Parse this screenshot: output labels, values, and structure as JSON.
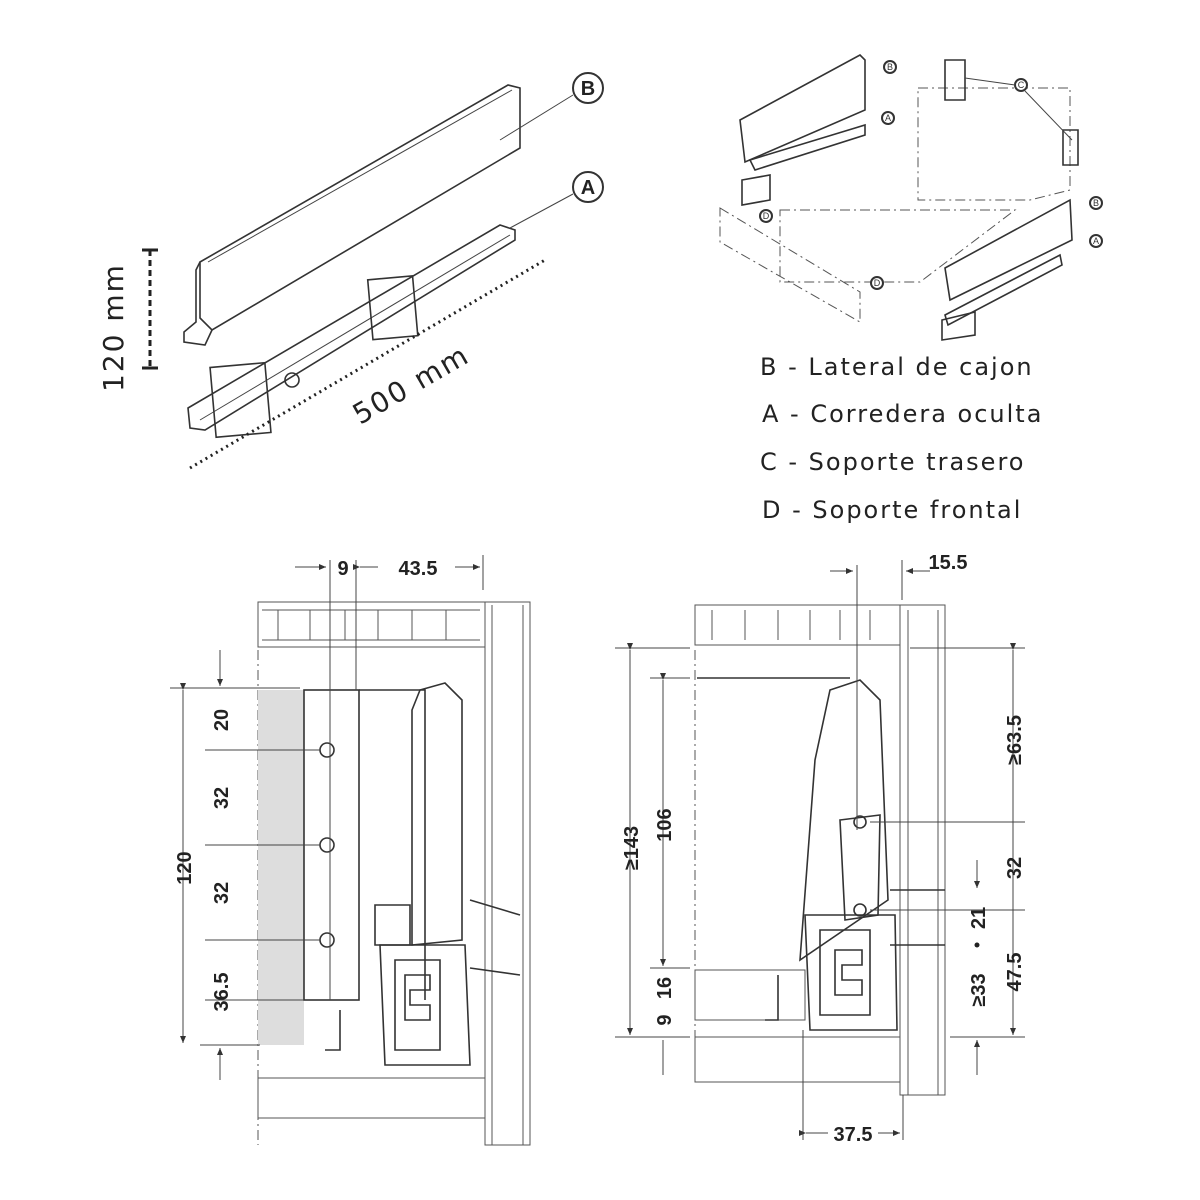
{
  "top_left": {
    "height_label": "120 mm",
    "length_label": "500 mm",
    "callout_b": "B",
    "callout_a": "A"
  },
  "top_right": {
    "callouts": [
      "B",
      "A",
      "C",
      "D",
      "D",
      "B",
      "A"
    ]
  },
  "legend": [
    "B - Lateral de cajon",
    "A - Corredera oculta",
    "C - Soporte trasero",
    "D - Soporte frontal"
  ],
  "section_left": {
    "dim_top_9": "9",
    "dim_top_43_5": "43.5",
    "dim_total": "120",
    "dim_20": "20",
    "dim_32a": "32",
    "dim_32b": "32",
    "dim_36_5": "36.5"
  },
  "section_right": {
    "dim_15_5": "15.5",
    "dim_143": "≥143",
    "dim_106": "106",
    "dim_63_5": "≥63.5",
    "dim_32": "32",
    "dim_21": "21",
    "dim_47_5": "47.5",
    "dim_33": "≥33",
    "dim_9": "9",
    "dim_16": "16",
    "dim_37_5": "37.5"
  }
}
